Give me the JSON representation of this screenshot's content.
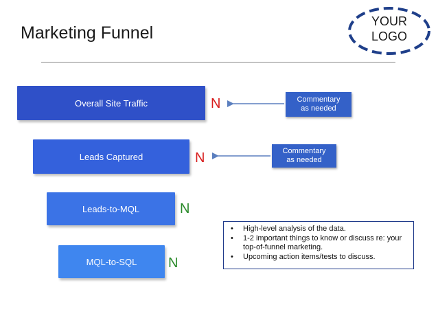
{
  "slide": {
    "title": "Marketing Funnel",
    "logo_text": "YOUR\nLOGO",
    "logo_color": "#1f3f8a"
  },
  "funnel": [
    {
      "label": "Overall Site Traffic",
      "value": "N",
      "value_color": "#d81e1e"
    },
    {
      "label": "Leads Captured",
      "value": "N",
      "value_color": "#d81e1e"
    },
    {
      "label": "Leads-to-MQL",
      "value": "N",
      "value_color": "#2a8a2a"
    },
    {
      "label": "MQL-to-SQL",
      "value": "N",
      "value_color": "#2a8a2a"
    }
  ],
  "commentary": [
    {
      "text": "Commentary\nas needed"
    },
    {
      "text": "Commentary\nas needed"
    }
  ],
  "notes": {
    "items": [
      "High-level analysis of the data.",
      "1-2 important things to know or discuss re: your top-of-funnel marketing.",
      "Upcoming action items/tests to discuss."
    ]
  },
  "colors": {
    "bar_blue": "#2f50c8",
    "arrow": "#5b7fbf"
  }
}
